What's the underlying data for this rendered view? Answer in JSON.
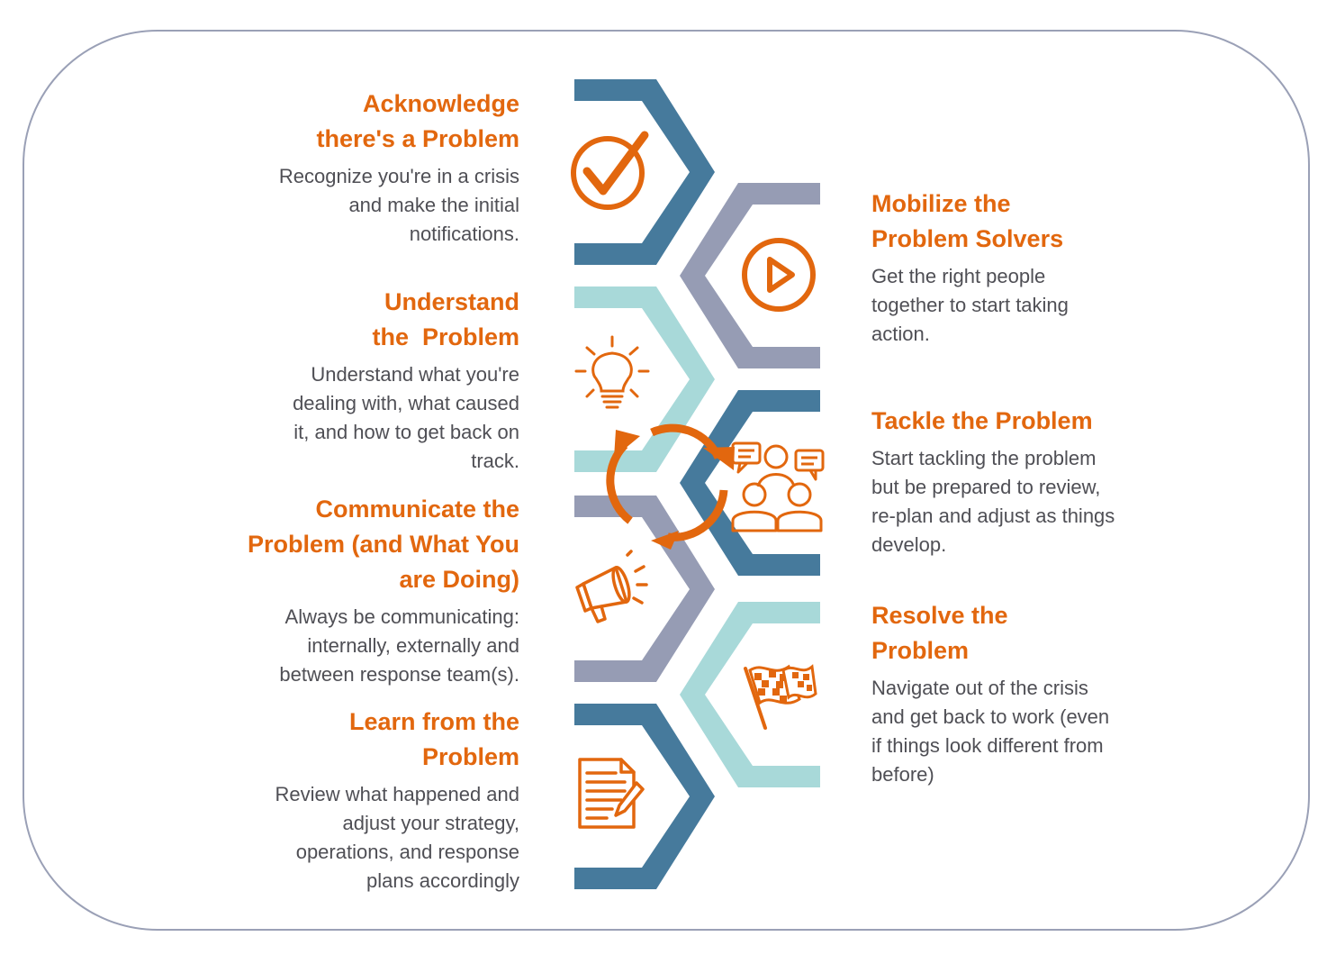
{
  "steps_left": [
    {
      "title_lines": [
        "Acknowledge",
        "there's a Problem"
      ],
      "desc_lines": [
        "Recognize you're in a crisis",
        "and make the initial",
        "notifications."
      ]
    },
    {
      "title_lines": [
        "Understand",
        "the  Problem"
      ],
      "desc_lines": [
        "Understand what you're",
        "dealing with, what caused",
        "it, and how to get back on",
        "track."
      ]
    },
    {
      "title_lines": [
        "Communicate the",
        "Problem (and What You",
        "are Doing)"
      ],
      "desc_lines": [
        "Always be communicating:",
        "internally, externally and",
        "between response team(s)."
      ]
    },
    {
      "title_lines": [
        "Learn from the",
        "Problem"
      ],
      "desc_lines": [
        "Review what happened and",
        "adjust your strategy,",
        "operations, and response",
        "plans accordingly"
      ]
    }
  ],
  "steps_right": [
    {
      "title_lines": [
        "Mobilize the",
        "Problem Solvers"
      ],
      "desc_lines": [
        "Get the right people",
        "together to start taking",
        "action."
      ]
    },
    {
      "title_lines": [
        "Tackle the Problem"
      ],
      "desc_lines": [
        "Start tackling the problem",
        "but be prepared to review,",
        "re-plan and adjust as things",
        "develop."
      ]
    },
    {
      "title_lines": [
        "Resolve the",
        "Problem"
      ],
      "desc_lines": [
        "Navigate out of the crisis",
        "and get back to work (even",
        "if things look different from",
        "before)"
      ]
    }
  ],
  "icons": [
    "checkmark-icon",
    "play-icon",
    "lightbulb-icon",
    "people-meeting-icon",
    "megaphone-icon",
    "checkered-flag-icon",
    "document-edit-icon",
    "cycle-arrows-icon"
  ],
  "colors": {
    "accent": "#e2670e",
    "dark_blue": "#467a9c",
    "grey_blue": "#969cb4",
    "light_teal": "#a8d9d9",
    "text": "#4f4f55",
    "frame": "#9aa0b6"
  }
}
